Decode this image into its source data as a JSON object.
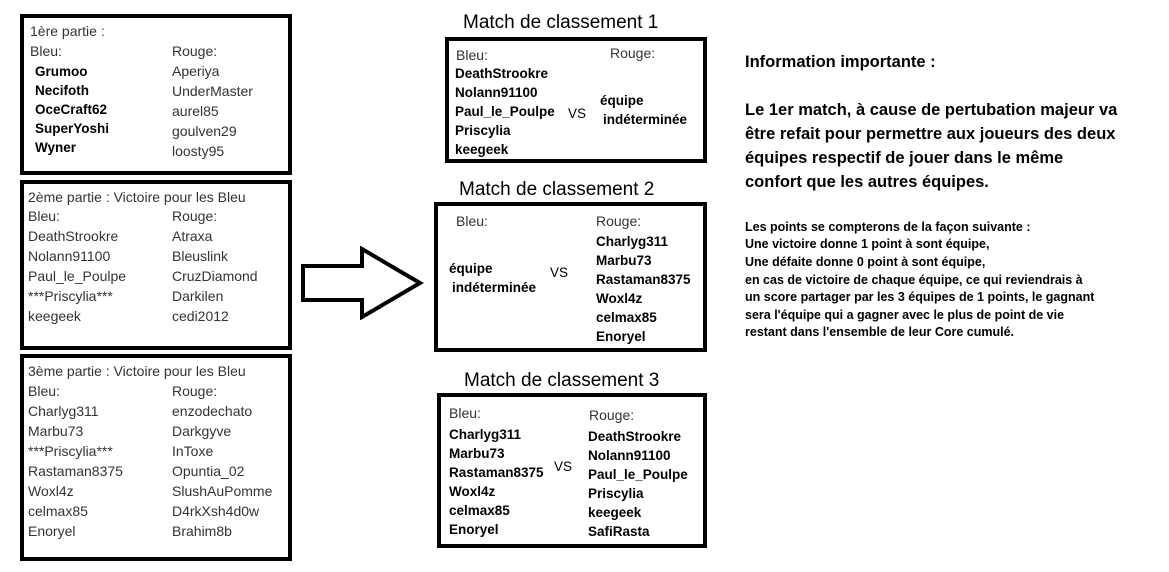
{
  "game1": {
    "label": "1ère partie :",
    "blue_header": "Bleu:",
    "red_header": "Rouge:",
    "blue": [
      "Grumoo",
      "Necifoth",
      "OceCraft62",
      "SuperYoshi",
      "Wyner"
    ],
    "red": [
      "Aperiya",
      "UnderMaster",
      "aurel85",
      "goulven29",
      "loosty95"
    ]
  },
  "game2": {
    "label": "2ème partie : Victoire pour les Bleu",
    "blue_header": "Bleu:",
    "red_header": "Rouge:",
    "blue": [
      "DeathStrookre",
      "Nolann91100",
      "Paul_le_Poulpe",
      "***Priscylia***",
      "keegeek"
    ],
    "red": [
      "Atraxa",
      "Bleuslink",
      "CruzDiamond",
      "Darkilen",
      "cedi2012"
    ]
  },
  "game3": {
    "label": "3ème partie : Victoire pour les Bleu",
    "blue_header": "Bleu:",
    "red_header": "Rouge:",
    "blue": [
      "Charlyg311",
      "Marbu73",
      "***Priscylia***",
      "Rastaman8375",
      "Woxl4z",
      "celmax85",
      "Enoryel"
    ],
    "red": [
      "enzodechato",
      "Darkgyve",
      "InToxe",
      "Opuntia_02",
      "SlushAuPomme",
      "D4rkXsh4d0w",
      "Brahim8b"
    ]
  },
  "match1": {
    "title": "Match de classement 1",
    "blue_header": "Bleu:",
    "red_header": "Rouge:",
    "blue": [
      "DeathStrookre",
      "Nolann91100",
      "Paul_le_Poulpe",
      "Priscylia",
      "keegeek"
    ],
    "vs": "VS",
    "red_undetermined": [
      "équipe",
      "indéterminée"
    ]
  },
  "match2": {
    "title": "Match de classement 2",
    "blue_header": "Bleu:",
    "red_header": "Rouge:",
    "blue_undetermined": [
      "équipe",
      "indéterminée"
    ],
    "vs": "VS",
    "red": [
      "Charlyg311",
      "Marbu73",
      "Rastaman8375",
      "Woxl4z",
      "celmax85",
      "Enoryel"
    ]
  },
  "match3": {
    "title": "Match de classement 3",
    "blue_header": "Bleu:",
    "red_header": "Rouge:",
    "blue": [
      "Charlyg311",
      "Marbu73",
      "Rastaman8375",
      "Woxl4z",
      "celmax85",
      "Enoryel"
    ],
    "vs": "VS",
    "red": [
      "DeathStrookre",
      "Nolann91100",
      "Paul_le_Poulpe",
      "Priscylia",
      "keegeek",
      "SafiRasta"
    ]
  },
  "info": {
    "heading": "Information importante :",
    "paragraph": [
      "Le 1er match, à cause de pertubation majeur va",
      "être refait pour permettre aux joueurs des deux",
      "équipes respectif de jouer dans le même",
      "confort que les autres équipes."
    ],
    "rules": [
      "Les points se compterons de la façon suivante :",
      "Une victoire donne 1 point à sont équipe,",
      "Une défaite donne 0 point à sont équipe,",
      "en cas de victoire de chaque équipe, ce qui reviendrais à",
      "un score partager par les 3 équipes de 1 points, le gagnant",
      "sera l'équipe qui a gagner avec le plus de point de vie",
      "restant dans l'ensemble de leur Core cumulé."
    ]
  }
}
